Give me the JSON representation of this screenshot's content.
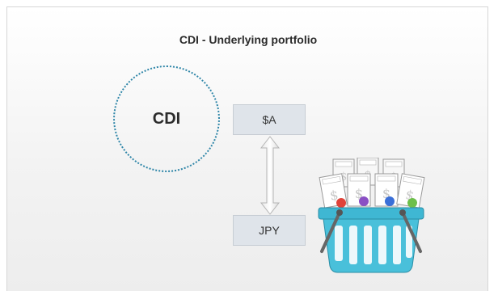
{
  "diagram": {
    "title": "CDI - Underlying portfolio",
    "circle_label": "CDI",
    "top_box_label": "$A",
    "bottom_box_label": "JPY",
    "basket_icon": "shopping-basket-of-share-certificates-icon",
    "arrow_icon": "double-headed-vertical-arrow-icon",
    "colors": {
      "circle_border": "#2f86a8",
      "box_fill": "#dfe4ea",
      "basket": "#3fb7d3"
    }
  }
}
